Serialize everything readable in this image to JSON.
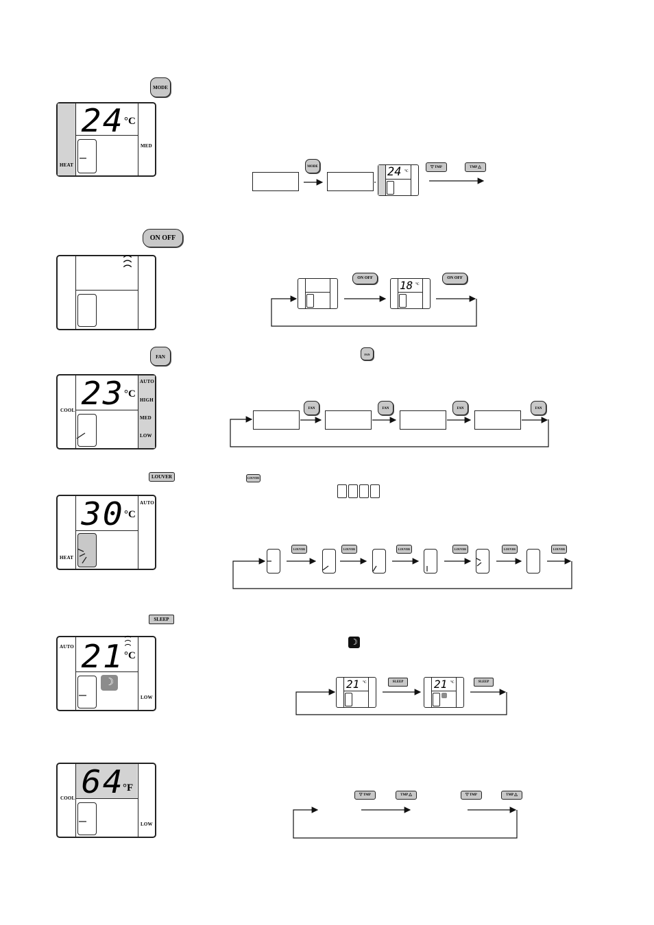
{
  "buttons": {
    "mode": "MODE",
    "onoff": "ON OFF",
    "fan": "FAN",
    "louver": "LOUVER",
    "sleep": "SLEEP",
    "tmp_down": "TMP",
    "tmp_up": "TMP"
  },
  "panels": {
    "mode": {
      "temp": "24",
      "unit": "°C",
      "mode_label": "HEAT",
      "fan_label": "MED"
    },
    "onoff": {},
    "fan": {
      "temp": "23",
      "unit": "°C",
      "mode_label": "COOL",
      "fan_levels": [
        "AUTO",
        "HIGH",
        "MED",
        "LOW"
      ]
    },
    "louver": {
      "temp": "30",
      "unit": "°C",
      "mode_label": "HEAT",
      "fan_label": "AUTO"
    },
    "sleep": {
      "temp": "21",
      "unit": "°C",
      "mode_label": "AUTO",
      "fan_label": "LOW"
    },
    "fahrenheit": {
      "temp": "64",
      "unit": "°F",
      "mode_label": "COOL",
      "fan_label": "LOW"
    }
  },
  "diagrams": {
    "mode_mini_temp": "24",
    "onoff_mini_temp": "18",
    "sleep_mini_temp_1": "21",
    "sleep_mini_temp_2": "21"
  },
  "colors": {
    "button_fill": "#c8c8c8",
    "shade": "#d3d3d3",
    "line": "#222222"
  }
}
